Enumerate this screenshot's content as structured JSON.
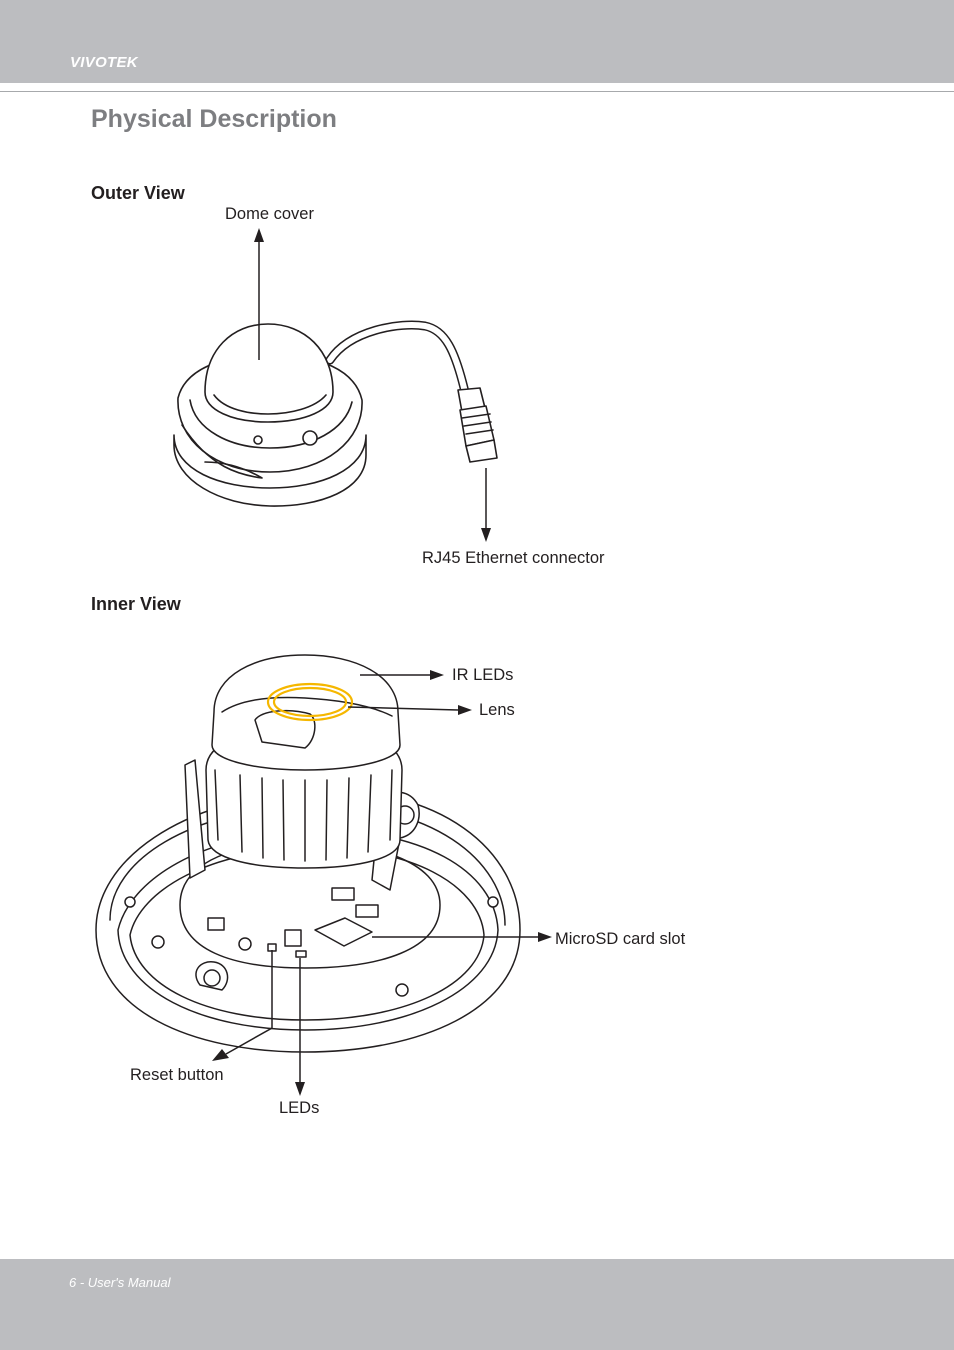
{
  "header": {
    "brand": "VIVOTEK"
  },
  "page_title": "Physical Description",
  "outer_view": {
    "heading": "Outer View",
    "callouts": {
      "dome_cover": "Dome cover",
      "rj45": "RJ45 Ethernet connector"
    }
  },
  "inner_view": {
    "heading": "Inner View",
    "callouts": {
      "ir_leds": "IR LEDs",
      "lens": "Lens",
      "microsd": "MicroSD card slot",
      "reset": "Reset button",
      "leds": "LEDs"
    }
  },
  "footer": {
    "text": "6 - User's Manual"
  },
  "colors": {
    "band": "#bcbdc0",
    "title": "#7d7e81",
    "lens_ring": "#f5b700"
  }
}
